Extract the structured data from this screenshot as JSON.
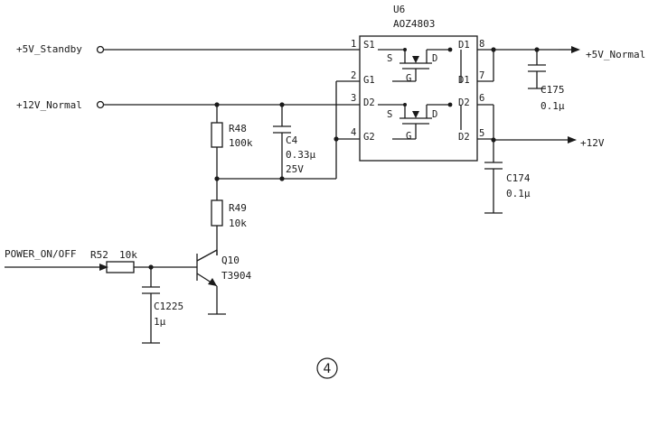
{
  "nets": {
    "standby_in": "+5V_Standby",
    "normal12_in": "+12V_Normal",
    "normal5_out": "+5V_Normal",
    "out12": "+12V",
    "power_on_off": "POWER_ON/OFF"
  },
  "ic": {
    "ref": "U6",
    "part": "AOZ4803",
    "pins": [
      {
        "num": "1",
        "name": "S1"
      },
      {
        "num": "2",
        "name": "G1"
      },
      {
        "num": "3",
        "name": "D2"
      },
      {
        "num": "4",
        "name": "G2"
      },
      {
        "num": "5",
        "name": "D2"
      },
      {
        "num": "6",
        "name": "D2"
      },
      {
        "num": "7",
        "name": "D1"
      },
      {
        "num": "8",
        "name": "D1"
      }
    ],
    "fet_labels": {
      "source": "S",
      "drain": "D",
      "gate": "G"
    }
  },
  "components": {
    "r48": {
      "ref": "R48",
      "value": "100k"
    },
    "r49": {
      "ref": "R49",
      "value": "10k"
    },
    "r52": {
      "ref": "R52",
      "value": "10k"
    },
    "c4": {
      "ref": "C4",
      "value": "0.33μ",
      "voltage": "25V"
    },
    "c175": {
      "ref": "C175",
      "value": "0.1μ"
    },
    "c174": {
      "ref": "C174",
      "value": "0.1μ"
    },
    "c1225": {
      "ref": "C1225",
      "value": "1μ"
    },
    "q10": {
      "ref": "Q10",
      "part": "T3904"
    }
  },
  "figure_label": "4"
}
